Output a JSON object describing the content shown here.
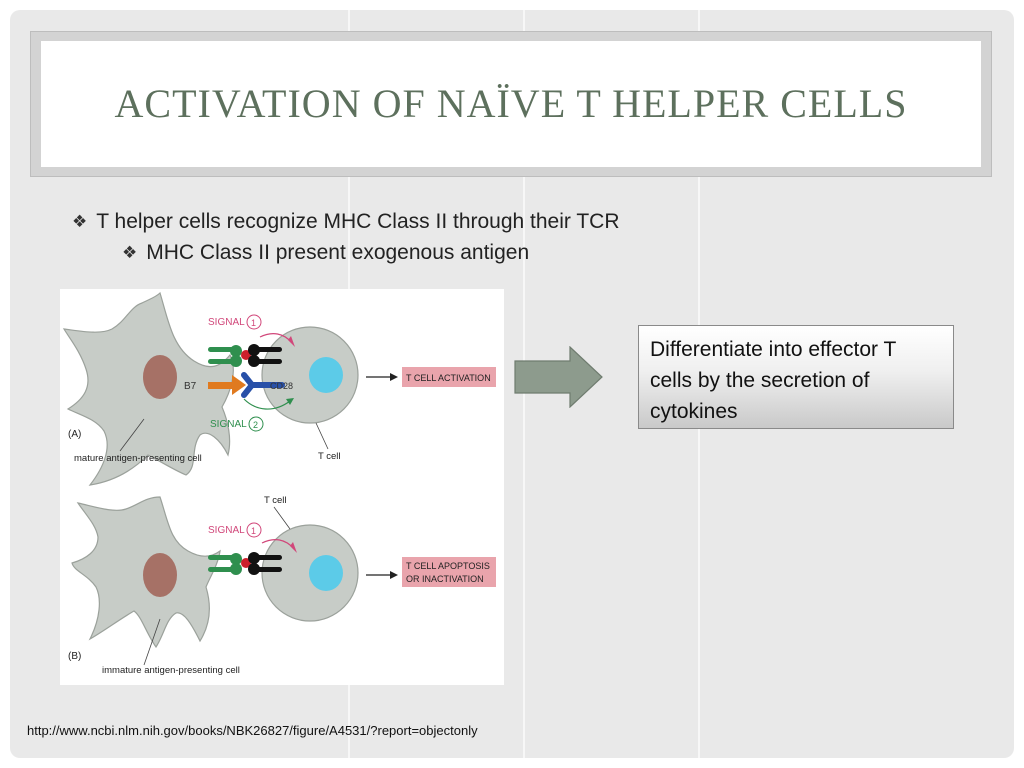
{
  "slide": {
    "title": "Activation of naïve T helper cells",
    "bullets": [
      {
        "text": "T helper cells recognize MHC Class II through their TCR",
        "level": 1,
        "icon": "diamond-bullet-icon"
      },
      {
        "text": "MHC Class II present exogenous antigen",
        "level": 2,
        "icon": "diamond-bullet-icon"
      }
    ],
    "callout": "Differentiate into effector T cells by the secretion of cytokines",
    "source_url": "http://www.ncbi.nlm.nih.gov/books/NBK26827/figure/A4531/?report=objectonly"
  },
  "figure": {
    "panel_a": {
      "panel_label": "(A)",
      "signal1": "SIGNAL",
      "signal1_num": "1",
      "signal2": "SIGNAL",
      "signal2_num": "2",
      "b7": "B7",
      "cd28": "CD28",
      "result": "T CELL ACTIVATION",
      "apc_label": "mature antigen-presenting cell",
      "tcell_label": "T cell"
    },
    "panel_b": {
      "panel_label": "(B)",
      "signal1": "SIGNAL",
      "signal1_num": "1",
      "tcell_label": "T cell",
      "result_line1": "T CELL APOPTOSIS",
      "result_line2": "OR INACTIVATION",
      "apc_label": "immature antigen-presenting cell"
    }
  },
  "colors": {
    "title": "#5d705d",
    "arrow_fill": "#8d9b8d",
    "cell_fill": "#c7ccc7",
    "nucleus_apc": "#a67166",
    "nucleus_t": "#5ccbe8",
    "result_box": "#e9a4ac",
    "signal_text": "#d1477a"
  }
}
